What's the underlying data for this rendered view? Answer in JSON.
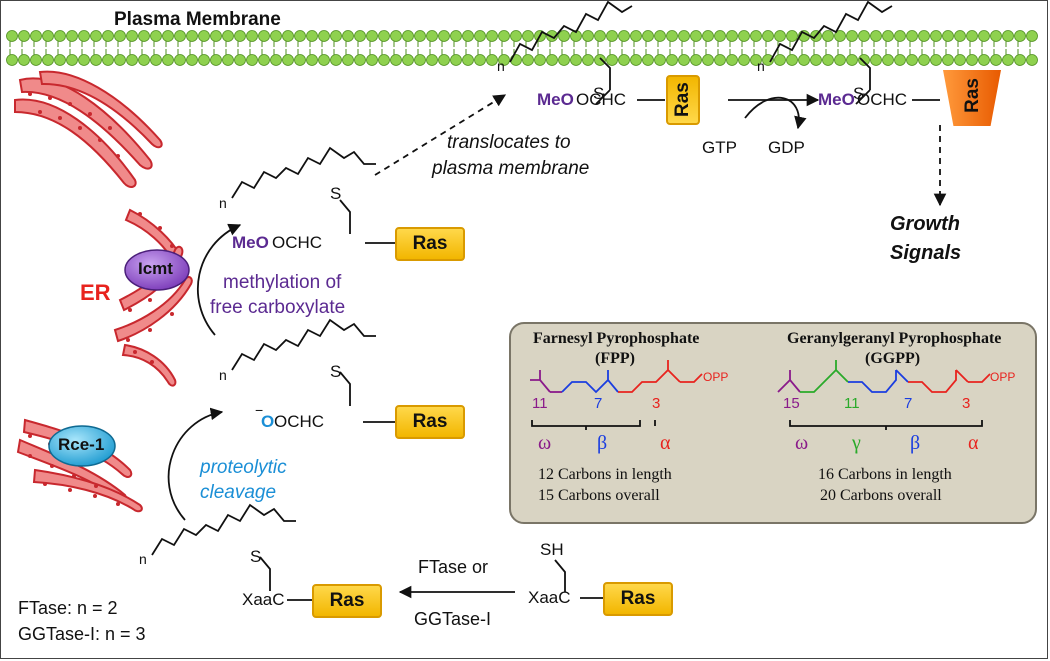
{
  "membrane": {
    "title": "Plasma Membrane"
  },
  "organelles": {
    "er": "ER",
    "icmt": "Icmt",
    "rce1": "Rce-1"
  },
  "ras_label": "Ras",
  "step_final": {
    "n": "n",
    "ester": "MeO",
    "chain": "OCHC",
    "s": "S"
  },
  "step_methylated": {
    "n": "n",
    "ester": "MeO",
    "chain": "OCHC",
    "s": "S"
  },
  "step_cleaved": {
    "n": "n",
    "charge": "−",
    "ox": "O",
    "chain": "OCHC",
    "s": "S"
  },
  "step_prenylated": {
    "n": "n",
    "chain": "XaaC",
    "s": "S"
  },
  "step_free": {
    "sh": "SH",
    "chain": "XaaC"
  },
  "gtp": "GTP",
  "gdp": "GDP",
  "growth": {
    "line1": "Growth",
    "line2": "Signals"
  },
  "translocate": {
    "line1": "translocates to",
    "line2": "plasma membrane"
  },
  "methylation": {
    "line1": "methylation of",
    "line2": "free carboxylate"
  },
  "proteolytic": {
    "line1": "proteolytic",
    "line2": "cleavage"
  },
  "enzyme": {
    "line1": "FTase or",
    "line2": "GGTase-I"
  },
  "legend": {
    "line1": "FTase: n = 2",
    "line2": "GGTase-I: n = 3"
  },
  "fpp": {
    "title1": "Farnesyl Pyrophosphate",
    "title2": "(FPP)",
    "c11": "11",
    "c7": "7",
    "c3": "3",
    "opp": "OPP",
    "omega": "ω",
    "beta": "β",
    "alpha": "α",
    "length": "12 Carbons in length",
    "overall": "15 Carbons overall"
  },
  "ggpp": {
    "title1": "Geranylgeranyl Pyrophosphate",
    "title2": "(GGPP)",
    "c15": "15",
    "c11": "11",
    "c7": "7",
    "c3": "3",
    "opp": "OPP",
    "omega": "ω",
    "gamma": "γ",
    "beta": "β",
    "alpha": "α",
    "length": "16 Carbons in length",
    "overall": "20 Carbons overall"
  },
  "colors": {
    "membrane": "#8fd14f",
    "er": "#e8454a",
    "icmt": "#7a3ab8",
    "rce1": "#2fb3e6",
    "ras": "#f5c518",
    "ras_active": "#ff7a1a",
    "methyl_text": "#5b2a91",
    "carboxylate": "#1b8fd6",
    "box_fill": "#d9d4c3",
    "omega": "#8a1a8a",
    "gamma": "#2aaa2a",
    "beta": "#1a3de0",
    "alpha": "#e8231e"
  }
}
